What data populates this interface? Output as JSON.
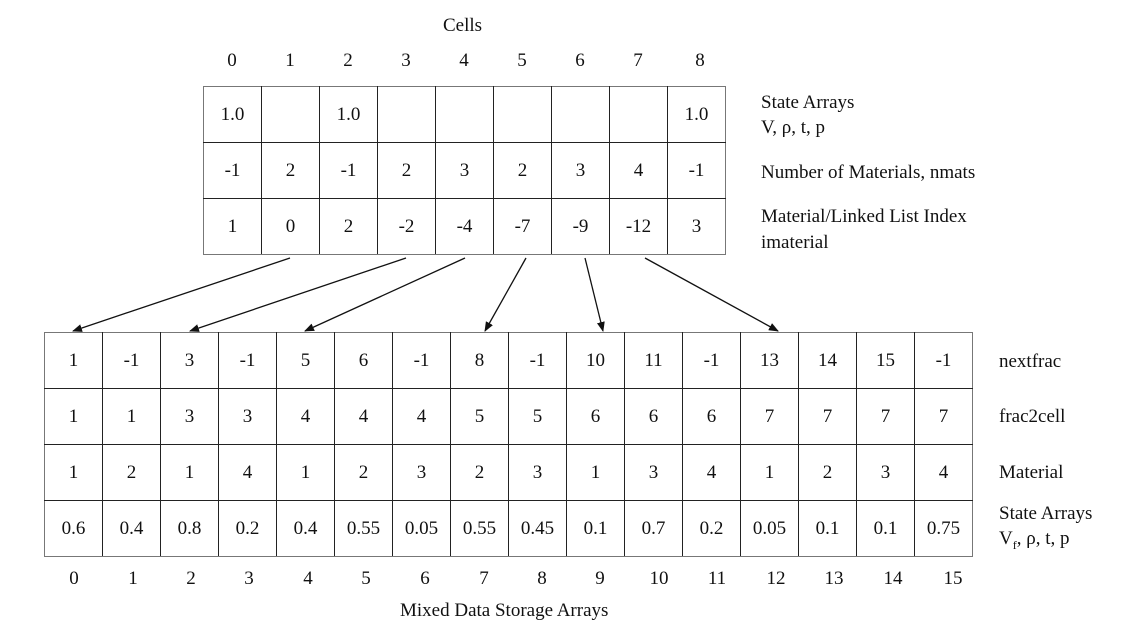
{
  "top": {
    "title": "Cells",
    "indices": [
      "0",
      "1",
      "2",
      "3",
      "4",
      "5",
      "6",
      "7",
      "8"
    ],
    "rows": [
      {
        "cells": [
          "1.0",
          "",
          "1.0",
          "",
          "",
          "",
          "",
          "",
          "1.0"
        ],
        "label_line1": "State Arrays",
        "label_line2": "V, ρ, t, p"
      },
      {
        "cells": [
          "-1",
          "2",
          "-1",
          "2",
          "3",
          "2",
          "3",
          "4",
          "-1"
        ],
        "label_line1": "Number of Materials, nmats",
        "label_line2": ""
      },
      {
        "cells": [
          "1",
          "0",
          "2",
          "-2",
          "-4",
          "-7",
          "-9",
          "-12",
          "3"
        ],
        "label_line1": "Material/Linked List Index",
        "label_line2": "imaterial"
      }
    ]
  },
  "bottom": {
    "title": "Mixed Data Storage Arrays",
    "indices": [
      "0",
      "1",
      "2",
      "3",
      "4",
      "5",
      "6",
      "7",
      "8",
      "9",
      "10",
      "11",
      "12",
      "13",
      "14",
      "15"
    ],
    "rows": [
      {
        "cells": [
          "1",
          "-1",
          "3",
          "-1",
          "5",
          "6",
          "-1",
          "8",
          "-1",
          "10",
          "11",
          "-1",
          "13",
          "14",
          "15",
          "-1"
        ],
        "label_line1": "nextfrac"
      },
      {
        "cells": [
          "1",
          "1",
          "3",
          "3",
          "4",
          "4",
          "4",
          "5",
          "5",
          "6",
          "6",
          "6",
          "7",
          "7",
          "7",
          "7"
        ],
        "label_line1": "frac2cell"
      },
      {
        "cells": [
          "1",
          "2",
          "1",
          "4",
          "1",
          "2",
          "3",
          "2",
          "3",
          "1",
          "3",
          "4",
          "1",
          "2",
          "3",
          "4"
        ],
        "label_line1": "Material"
      },
      {
        "cells": [
          "0.6",
          "0.4",
          "0.8",
          "0.2",
          "0.4",
          "0.55",
          "0.05",
          "0.55",
          "0.45",
          "0.1",
          "0.7",
          "0.2",
          "0.05",
          "0.1",
          "0.1",
          "0.75"
        ],
        "label_line1": "State Arrays",
        "label_line2_main": "V",
        "label_line2_sub": "f",
        "label_line2_rest": ", ρ, t, p"
      }
    ]
  }
}
